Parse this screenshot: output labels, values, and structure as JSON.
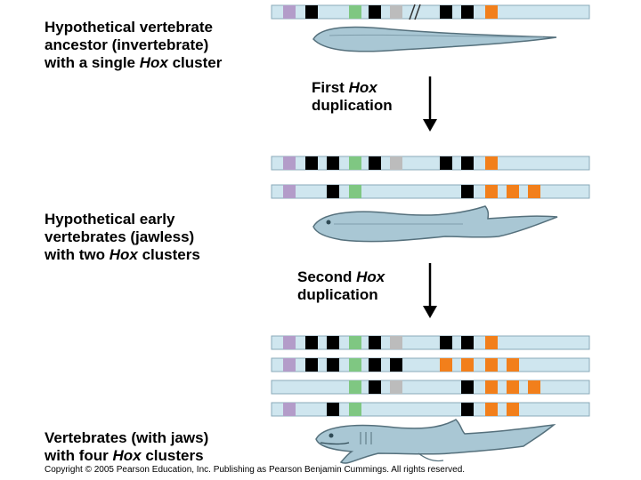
{
  "stage1": {
    "lines": [
      "Hypothetical vertebrate",
      "ancestor (invertebrate)"
    ],
    "line3_pre": "with a single ",
    "line3_hox": "Hox",
    "line3_post": " cluster"
  },
  "duplication1": {
    "line1_pre": "First ",
    "line1_hox": "Hox",
    "line2": "duplication"
  },
  "stage2": {
    "lines": [
      "Hypothetical early",
      "vertebrates (jawless)"
    ],
    "line3_pre": "with two ",
    "line3_hox": "Hox",
    "line3_post": " clusters"
  },
  "duplication2": {
    "line1_pre": "Second ",
    "line1_hox": "Hox",
    "line2": "duplication"
  },
  "stage3": {
    "lines": [
      "Vertebrates (with jaws)"
    ],
    "line2_pre": "with four ",
    "line2_hox": "Hox",
    "line2_post": " clusters"
  },
  "copyright": "Copyright © 2005 Pearson Education, Inc. Publishing as Pearson Benjamin Cummings. All rights reserved.",
  "colors": {
    "chromosome": "#cfe6ef",
    "chromosome_edge": "#8aaab8",
    "purple": "#b39cc9",
    "black": "#000000",
    "green": "#7fc782",
    "gray": "#bcbcbc",
    "orange": "#f27f1b",
    "fish_body": "#a9c7d4",
    "fish_outline": "#55707c"
  },
  "clusters": {
    "ancestor": [
      "purple",
      "black",
      "green",
      "black",
      "gray",
      "break",
      "black",
      "black",
      "orange"
    ],
    "jawless": [
      [
        "purple",
        "black",
        "black",
        "green",
        "black",
        "gray",
        "black",
        "black",
        "orange"
      ],
      [
        "purple",
        "black",
        "green",
        "black",
        "orange",
        "orange",
        "orange"
      ]
    ],
    "jawed": [
      [
        "purple",
        "black",
        "black",
        "green",
        "black",
        "gray",
        "black",
        "black",
        "orange"
      ],
      [
        "purple",
        "black",
        "black",
        "green",
        "black",
        "black",
        "orange",
        "orange",
        "orange",
        "orange"
      ],
      [
        "green",
        "black",
        "gray",
        "black",
        "orange",
        "orange",
        "orange"
      ],
      [
        "purple",
        "black",
        "green",
        "black",
        "orange",
        "orange"
      ]
    ]
  }
}
